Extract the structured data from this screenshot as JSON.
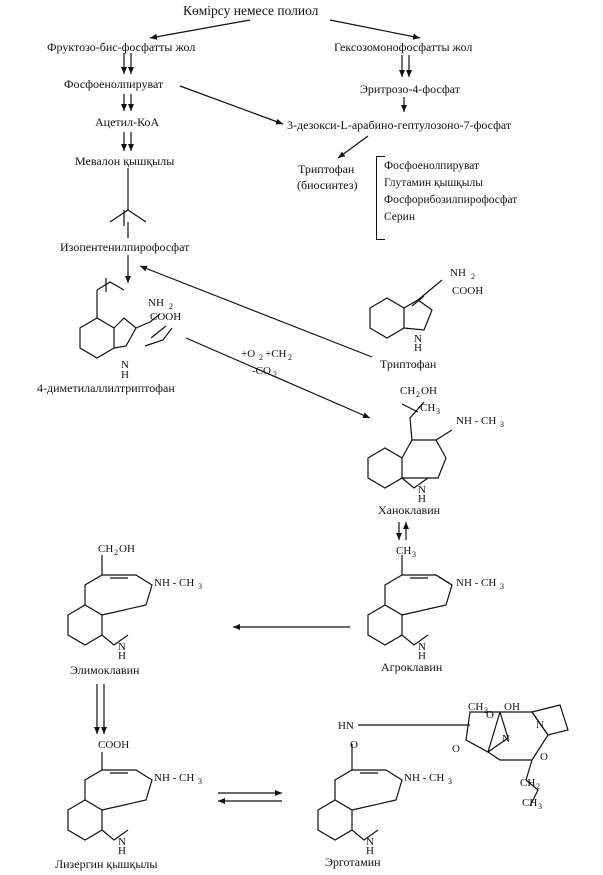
{
  "title": "Көмірсу немесе полиол",
  "left_branch": {
    "path": "Фруктозо-бис-фосфатты жол",
    "pep": "Фосфоенолпируват",
    "acetyl": "Ацетил-КоА",
    "mevalon": "Мевалон қышқылы",
    "ipp": "Изопентенилпирофосфат"
  },
  "right_branch": {
    "path": "Гексозомонофосфатты жол",
    "erythrose": "Эритрозо-4-фосфат",
    "dahp": "3-дезокси-L-арабино-гептулозоно-7-фосфат"
  },
  "tryptophan_biosynthesis": {
    "label_line1": "Триптофан",
    "label_line2": "(биосинтез)",
    "inputs": [
      "Фосфоенолпируват",
      "Глутамин қышқылы",
      "Фосфорибозилпирофосфат",
      "Серин"
    ]
  },
  "compounds": {
    "dmat": "4-диметилаллилтриптофан",
    "tryptophan": "Триптофан",
    "chanoclavine": "Ханоклавин",
    "agroclavine": "Агроклавин",
    "elymoclavine": "Элимоклавин",
    "lysergic": "Лизергин қышқылы",
    "ergotamine": "Эрготамин"
  },
  "reaction": {
    "plus1": "+O",
    "sub1": "2",
    "plus2": "+CH",
    "sub2": "2",
    "minus": "-CO",
    "sub3": "2"
  },
  "groups": {
    "nh2": "NH",
    "nh2_sub": "2",
    "cooh": "COOH",
    "ch2oh": "CH",
    "ch2oh_sub": "2",
    "ch2oh_tail": "OH",
    "ch3": "CH",
    "ch3_sub": "3",
    "nh_ch3": "NH - CH",
    "nh_ch3_sub": "3",
    "h": "H",
    "hn": "HN",
    "oh": "OH",
    "n": "N",
    "o": "O"
  }
}
